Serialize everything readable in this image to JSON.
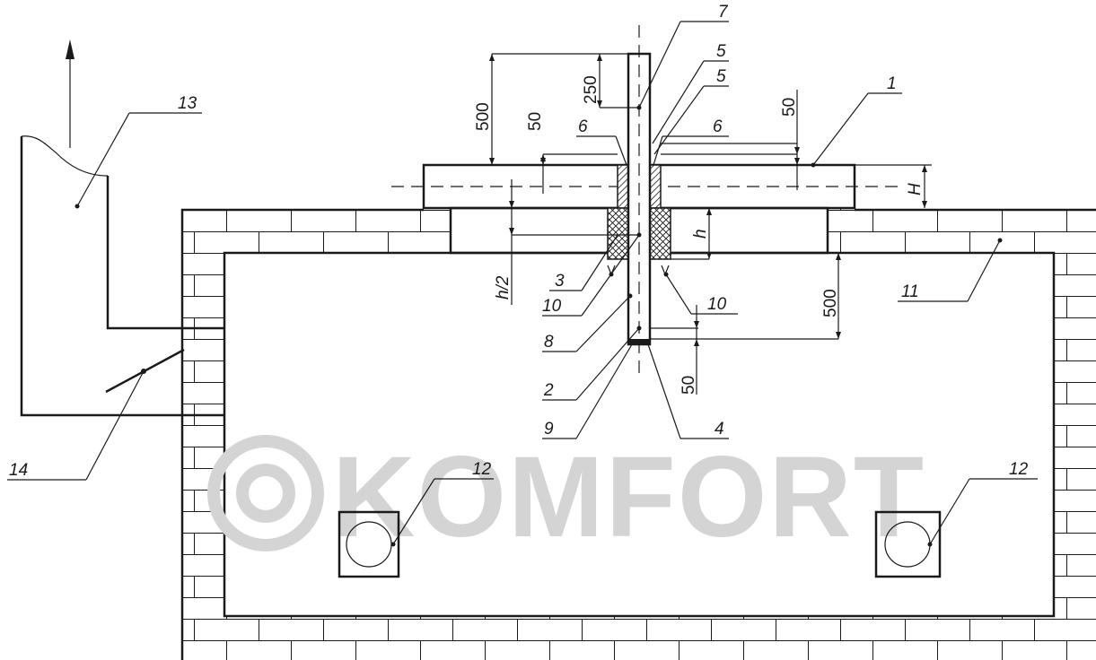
{
  "diagram": {
    "labels": {
      "l1": "1",
      "l2": "2",
      "l3": "3",
      "l4": "4",
      "l5a": "5",
      "l5b": "5",
      "l6a": "6",
      "l6b": "6",
      "l7": "7",
      "l8": "8",
      "l9": "9",
      "l10a": "10",
      "l10b": "10",
      "l11": "11",
      "l12a": "12",
      "l12b": "12",
      "l13": "13",
      "l14": "14"
    },
    "dimensions": {
      "d500_top": "500",
      "d250": "250",
      "d50_left": "50",
      "d50_right": "50",
      "d500_right": "500",
      "d50_bottom": "50",
      "dH": "H",
      "dh": "h",
      "dh2": "h/2"
    },
    "watermark": "KOMFORT"
  }
}
